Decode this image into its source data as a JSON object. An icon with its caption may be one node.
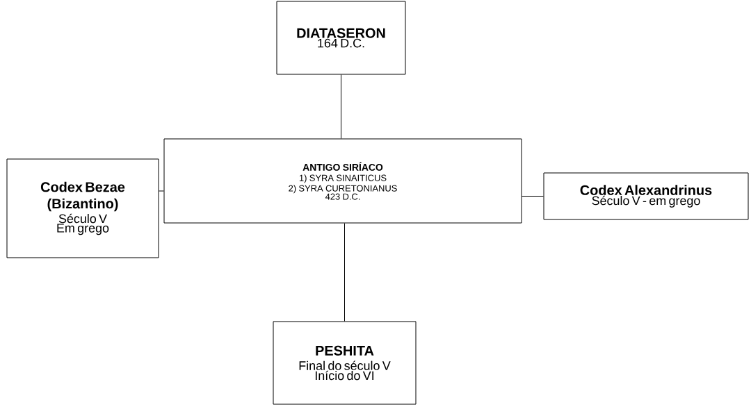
{
  "diagram": {
    "nodes": [
      {
        "text": [
          "DIATASERON",
          "164 D.C."
        ]
      },
      {
        "text": [
          "ANTIGO SIRÍACO",
          "1) SYRA SINAITICUS",
          "2) SYRA CURETONIANUS",
          "423 D.C."
        ]
      },
      {
        "text": [
          "Codex Bezae (Bizantino)",
          "Século V",
          "Em grego"
        ]
      },
      {
        "text": [
          "Codex Alexandrinus",
          "Século V - em grego"
        ]
      },
      {
        "text": [
          "PESHITA",
          "Final do século V",
          "Início do VI"
        ]
      }
    ],
    "edges": [
      {
        "from": 0,
        "to": 1,
        "arrow": "none"
      },
      {
        "from": 2,
        "to": 1,
        "arrow": "none"
      },
      {
        "from": 1,
        "to": 3,
        "arrow": "none"
      },
      {
        "from": 1,
        "to": 4,
        "arrow": "none"
      }
    ]
  }
}
